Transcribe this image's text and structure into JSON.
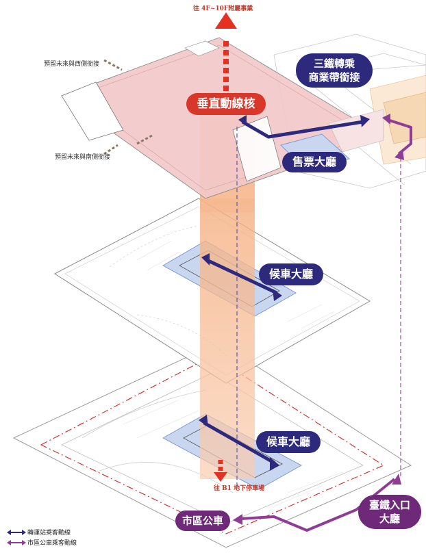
{
  "notes": {
    "top_arrow": "往 4F~10F附屬事業",
    "bottom_arrow": "往 B1 地下停車場",
    "west": "預留未來與西側銜接",
    "south": "預留未來與南側銜接"
  },
  "labels": {
    "vertical_core": "垂直動線核",
    "transfer_line1": "三鐵轉乘",
    "transfer_line2": "商業帶銜接",
    "ticket_hall": "售票大廳",
    "waiting_hall_upper": "候車大廳",
    "waiting_hall_lower": "候車大廳",
    "city_bus": "市區公車",
    "rail_entrance_line1": "臺鐵入口",
    "rail_entrance_line2": "大廳"
  },
  "legend": [
    {
      "label": "轉運站乘客動線",
      "color": "#2d2a7e"
    },
    {
      "label": "市區公車乘客動線",
      "color": "#8e3c96"
    }
  ],
  "colors": {
    "transfer_route": "#2d2a7e",
    "bus_route": "#8e3c96",
    "vertical_core": "#d9372a",
    "top_floor_fill": "#f2c9c9",
    "core_shaft": "#f6b48a",
    "waiting_zone": "#c9d6ef"
  }
}
